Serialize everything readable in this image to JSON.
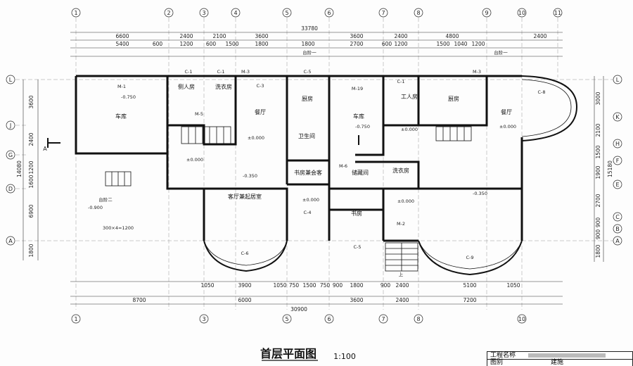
{
  "title": "首层平面图",
  "scale": "1:100",
  "title_block": {
    "project_label": "工程名称",
    "drawing_label": "图别",
    "drawing_value": "建施"
  },
  "axes_top": [
    "1",
    "2",
    "3",
    "4",
    "5",
    "6",
    "7",
    "8",
    "9",
    "10",
    "11"
  ],
  "axes_bottom": [
    "1",
    "3",
    "5",
    "6",
    "7",
    "8",
    "10"
  ],
  "axes_left": [
    "L",
    "J",
    "G",
    "D",
    "A"
  ],
  "axes_right": [
    "L",
    "K",
    "H",
    "F",
    "E",
    "C",
    "B",
    "A"
  ],
  "overall_top": "33780",
  "overall_bottom": "30900",
  "overall_left": "14080",
  "overall_right": "15180",
  "dims_top_row1": [
    "6600",
    "2400",
    "2100",
    "3600",
    "3600",
    "2400",
    "4800",
    "2400"
  ],
  "dims_top_row2": [
    "5400",
    "600",
    "1200",
    "600",
    "1500",
    "1800",
    "1800",
    "2700",
    "600",
    "1200",
    "1500",
    "1040",
    "1200"
  ],
  "dims_bottom_row1": [
    "1050",
    "3900",
    "1050",
    "750",
    "1500",
    "750",
    "900",
    "1800",
    "900",
    "2400",
    "5100",
    "1050"
  ],
  "dims_bottom_row2": [
    "8700",
    "6000",
    "3600",
    "2400",
    "7200"
  ],
  "dims_left": [
    "3600",
    "2400",
    "1200",
    "1600",
    "6900",
    "1800"
  ],
  "dims_right": [
    "3000",
    "2100",
    "1500",
    "1900",
    "2700",
    "900",
    "900",
    "1800"
  ],
  "rooms": {
    "garage_left": "车库",
    "side_bedroom": "侧人房",
    "laundry_top": "洗衣房",
    "kitchen_mid": "厨房",
    "dining_mid": "餐厅",
    "garage_mid": "车库",
    "worker_room": "工人房",
    "kitchen_right": "厨房",
    "dining_right": "餐厅",
    "bathroom": "卫生间",
    "study_guest": "书房兼会客",
    "storage": "储藏间",
    "laundry_mid": "洗衣房",
    "living": "客厅兼起居室",
    "study": "书房"
  },
  "tags": {
    "m1": "M-1",
    "m19": "M-19",
    "m3a": "M-3",
    "m3b": "M-3",
    "c1a": "C-1",
    "c1b": "C-1",
    "c1c": "C-1",
    "c3": "C-3",
    "c5a": "C-5",
    "c6a": "C-6",
    "c8": "C-8",
    "c9": "C-9",
    "c4": "C-4",
    "c5b": "C-5",
    "m2": "M-2",
    "m5": "M-5",
    "m6": "M-6"
  },
  "levels": [
    "-0.750",
    "±0.000",
    "±0.000",
    "-0.750",
    "±0.000",
    "±0.000",
    "-0.350",
    "±0.000",
    "±0.000",
    "-0.350",
    "-0.900"
  ],
  "labels": {
    "step1": "台阶一",
    "step2": "台阶一",
    "step3": "台阶二",
    "up": "上",
    "stair_note": "300×4=1200",
    "section_a": "A"
  }
}
